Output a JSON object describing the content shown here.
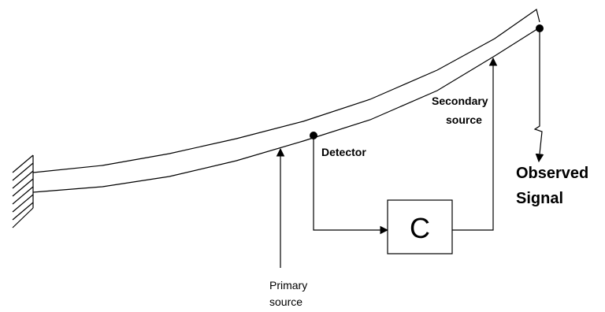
{
  "labels": {
    "detector": "Detector",
    "secondary_line1": "Secondary",
    "secondary_line2": "source",
    "primary_line1": "Primary",
    "primary_line2": "source",
    "observed_line1": "Observed",
    "observed_line2": "Signal",
    "controller": "C"
  }
}
